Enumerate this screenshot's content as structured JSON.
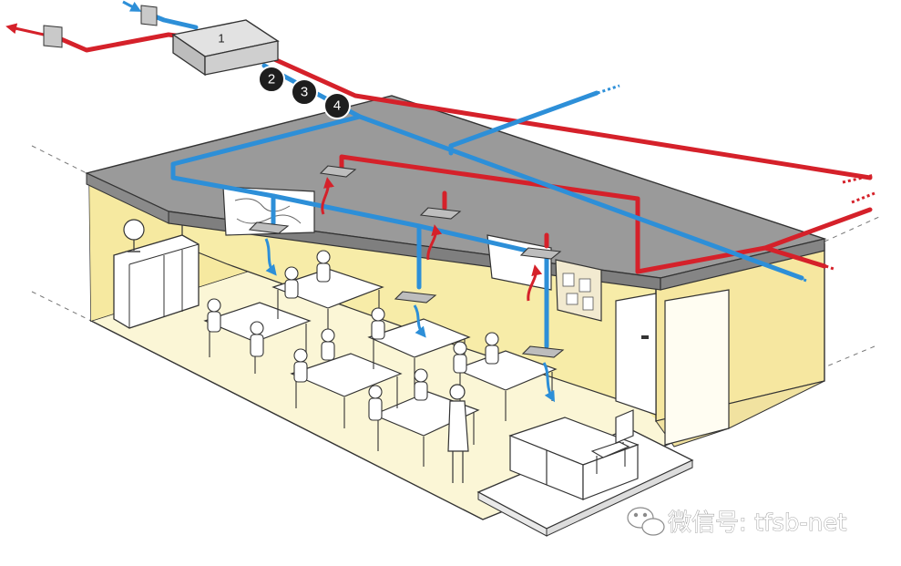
{
  "diagram": {
    "unit_label": "1",
    "duct_numbers": [
      "2",
      "3",
      "4"
    ],
    "watermark": "微信号: tfsb-net",
    "colors": {
      "supply_air": "#2d8fd8",
      "exhaust_air": "#d5212a",
      "roof": "#8f8f8f",
      "roof_top": "#9b9b9b",
      "wall": "#f7eca8",
      "floor": "#fbf6d6",
      "outline": "#333333",
      "badge": "#1e1e1e"
    }
  }
}
